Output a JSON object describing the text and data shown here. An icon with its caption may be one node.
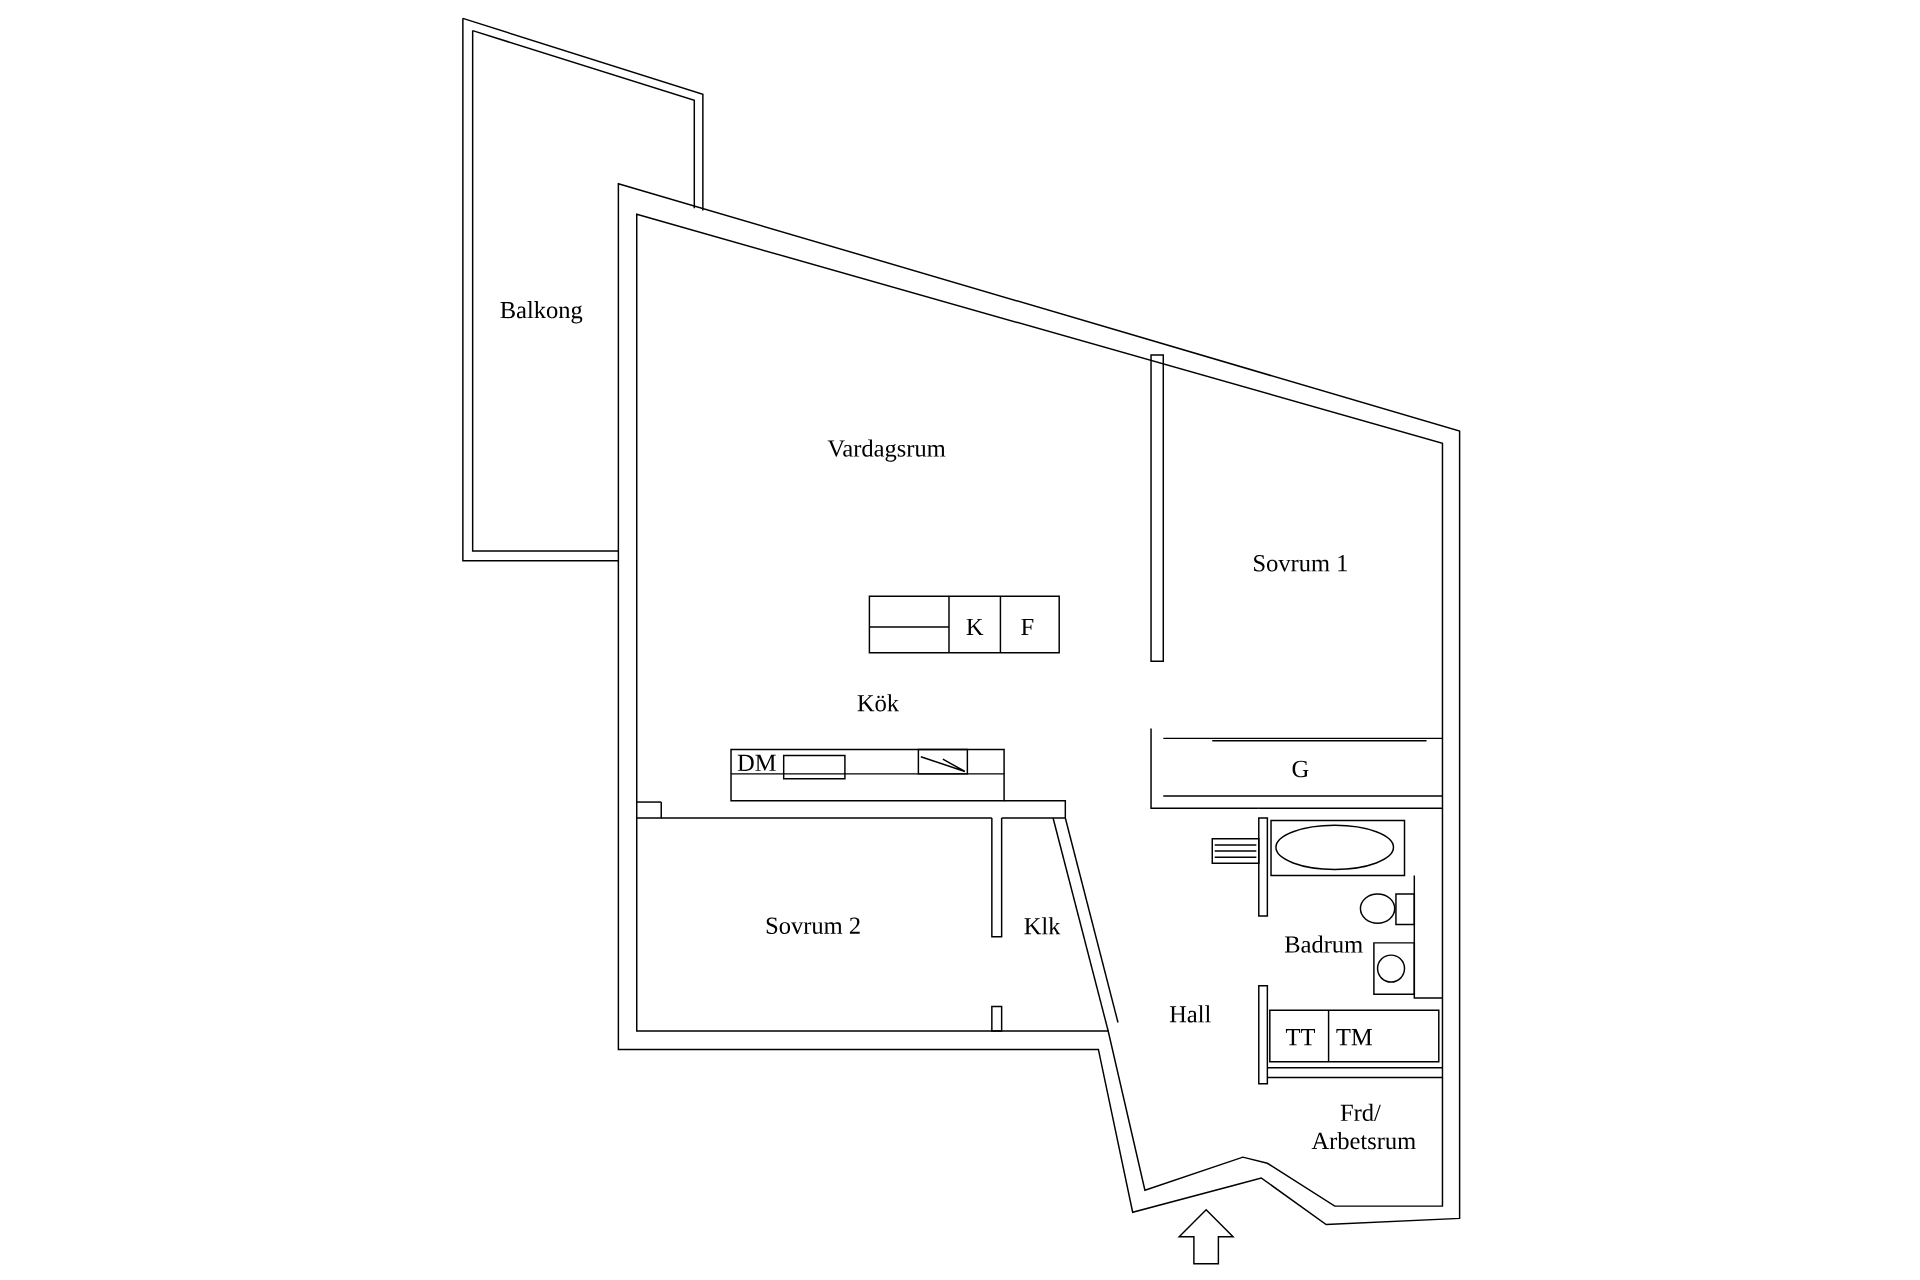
{
  "diagram": {
    "labels": [
      "Balkong",
      "Vardagsrum",
      "Sovrum 1",
      "K",
      "F",
      "Kök",
      "DM",
      "G",
      "Sovrum 2",
      "Klk",
      "Badrum",
      "Hall",
      "TT",
      "TM",
      "Frd/ Arbetsrum"
    ]
  }
}
